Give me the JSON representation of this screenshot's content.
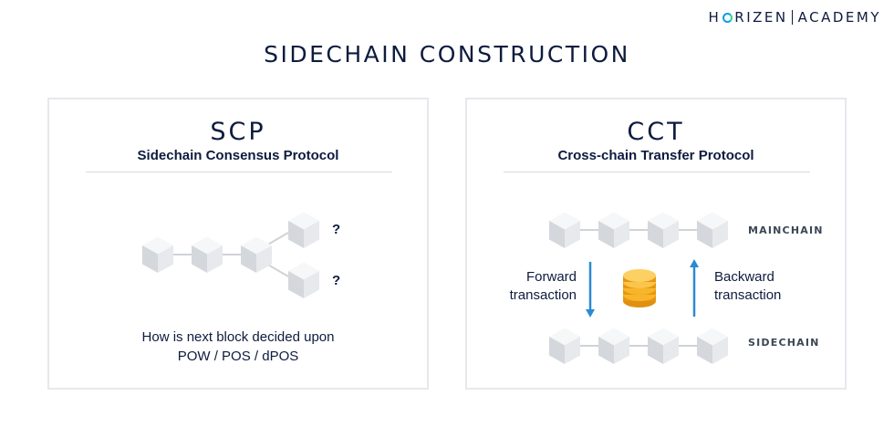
{
  "logo": {
    "part1": "H",
    "part2": "RIZEN",
    "part3": "ACADEMY"
  },
  "title": "SIDECHAIN CONSTRUCTION",
  "left_panel": {
    "heading": "SCP",
    "subheading": "Sidechain Consensus Protocol",
    "fork_marks": [
      "?",
      "?"
    ],
    "caption_line1": "How is next block decided upon",
    "caption_line2": "POW / POS / dPOS"
  },
  "right_panel": {
    "heading": "CCT",
    "subheading": "Cross-chain Transfer Protocol",
    "mainchain_label": "MAINCHAIN",
    "sidechain_label": "SIDECHAIN",
    "forward_line1": "Forward",
    "forward_line2": "transaction",
    "backward_line1": "Backward",
    "backward_line2": "transaction"
  },
  "colors": {
    "text": "#0d1b3e",
    "arrow": "#2b8bd1",
    "coin": "#f4a21d",
    "block_top": "#f6f7f9",
    "block_left": "#d6d9de",
    "block_right": "#e6e8eb"
  },
  "icons": [
    "block-cube-icon",
    "coin-stack-icon",
    "arrow-down-icon",
    "arrow-up-icon"
  ]
}
